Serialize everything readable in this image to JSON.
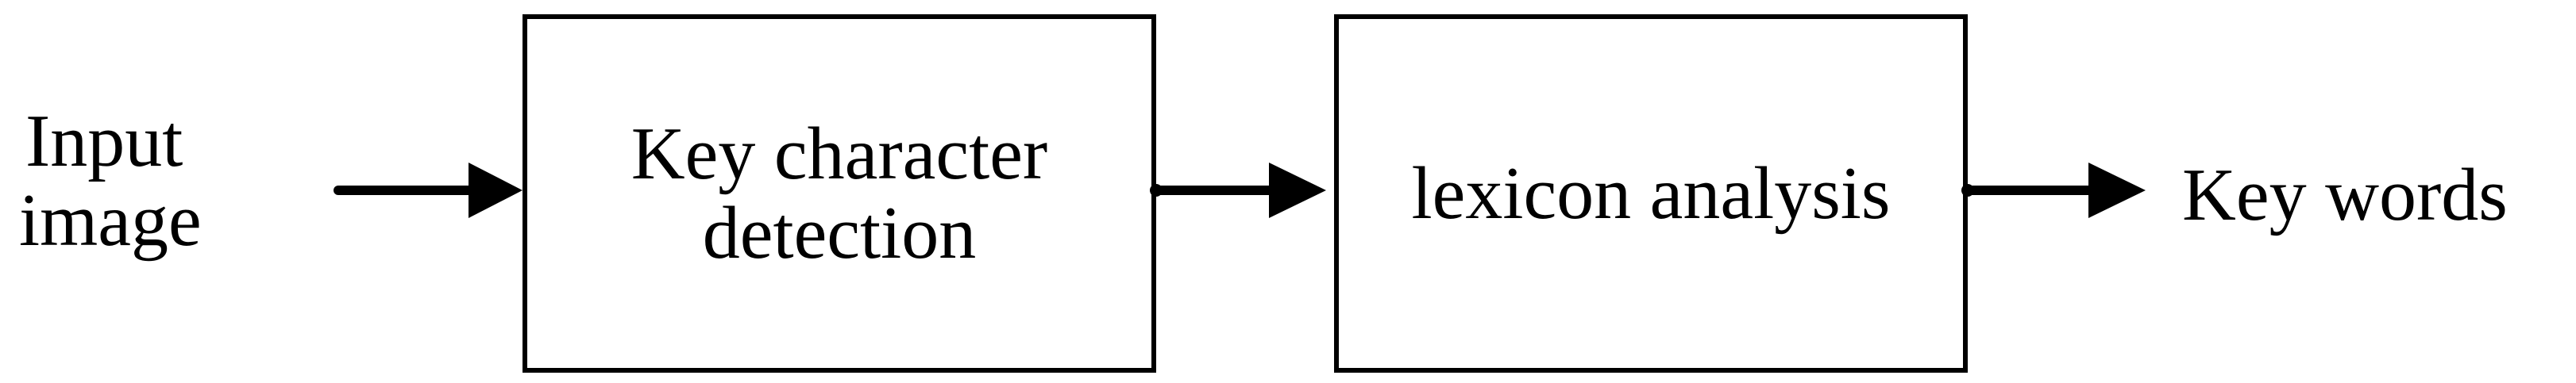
{
  "diagram": {
    "input": {
      "line1": "Input",
      "line2": "image"
    },
    "nodes": [
      {
        "line1": "Key character",
        "line2": "detection"
      },
      {
        "line1": "lexicon analysis"
      }
    ],
    "output": {
      "label": "Key words"
    }
  },
  "colors": {
    "stroke": "#000000",
    "background": "#ffffff"
  }
}
